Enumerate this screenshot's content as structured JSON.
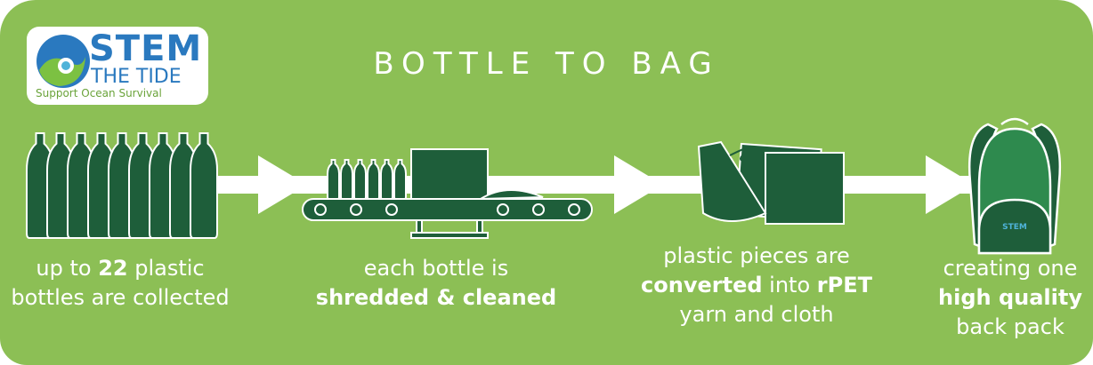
{
  "logo": {
    "line1": "STEM",
    "line2": "THE TIDE",
    "tagline": "Support Ocean Survival"
  },
  "title": "BOTTLE TO BAG",
  "steps": [
    {
      "pre": "up to ",
      "bold": "22",
      "post": " plastic",
      "line2": "bottles are collected"
    },
    {
      "line1": "each bottle is",
      "bold": "shredded & cleaned"
    },
    {
      "line1": "plastic pieces are",
      "bold1": "converted",
      "mid": " into ",
      "bold2": "rPET",
      "line3": "yarn and cloth"
    },
    {
      "line1": "creating one",
      "bold": "high quality",
      "line3": "back pack"
    }
  ],
  "colors": {
    "background": "#8cbf55",
    "dark_green": "#1e5e3a",
    "mid_green": "#2e8a4e",
    "logo_blue": "#2a79bf"
  }
}
